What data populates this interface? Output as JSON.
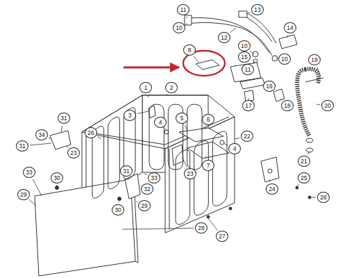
{
  "diagram": {
    "labels": [
      "11",
      "10",
      "13",
      "12",
      "14",
      "10",
      "11",
      "10",
      "15",
      "16",
      "17",
      "18",
      "19",
      "20",
      "21",
      "8",
      "1",
      "2",
      "3",
      "4",
      "5",
      "6",
      "7",
      "4",
      "22",
      "23",
      "24",
      "25",
      "26",
      "27",
      "28",
      "29",
      "30",
      "29",
      "30",
      "31",
      "26",
      "34",
      "31",
      "23",
      "33",
      "31",
      "32",
      "33"
    ]
  }
}
